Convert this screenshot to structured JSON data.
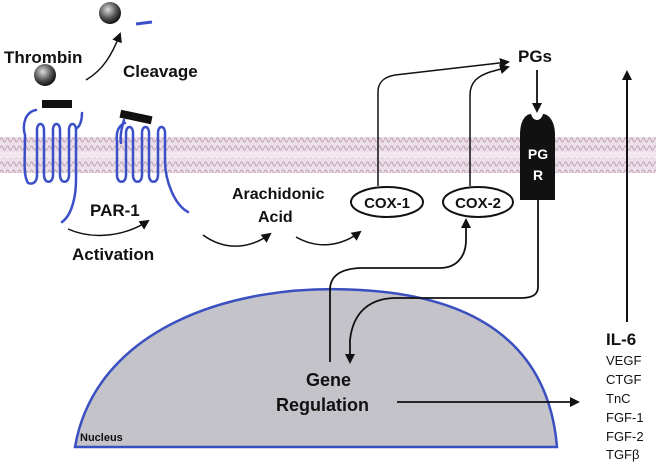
{
  "labels": {
    "thrombin": "Thrombin",
    "cleavage": "Cleavage",
    "par1": "PAR-1",
    "activation": "Activation",
    "arachidonic_line1": "Arachidonic",
    "arachidonic_line2": "Acid",
    "cox1": "COX-1",
    "cox2": "COX-2",
    "pgs": "PGs",
    "pgr_line1": "PG",
    "pgr_line2": "R",
    "gene_line1": "Gene",
    "gene_line2": "Regulation",
    "nucleus": "Nucleus"
  },
  "outputs": [
    "IL-6",
    "VEGF",
    "CTGF",
    "TnC",
    "FGF-1",
    "FGF-2",
    "TGFβ"
  ],
  "colors": {
    "receptor": "#3b4fc8",
    "membrane": "#c9b5c4",
    "nucleus_fill": "#c3c3c9",
    "nucleus_edge": "#3a4fc0",
    "ink": "#111111"
  }
}
